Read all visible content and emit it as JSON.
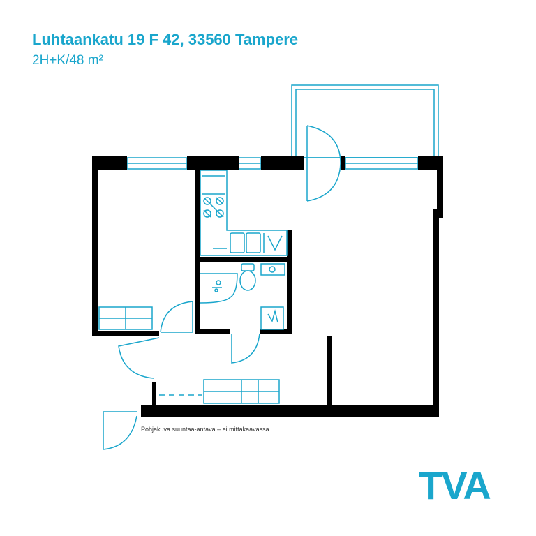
{
  "header": {
    "address": "Luhtaankatu 19 F 42, 33560 Tampere",
    "rooms_area": "2H+K/48 m²"
  },
  "plan": {
    "note": "Pohjakuva suuntaa-antava – ei mittakaavassa"
  },
  "logo": {
    "text": "TVA"
  },
  "colors": {
    "accent": "#1aa6cc",
    "wall": "#000000",
    "fixture": "#1aa6cc"
  }
}
